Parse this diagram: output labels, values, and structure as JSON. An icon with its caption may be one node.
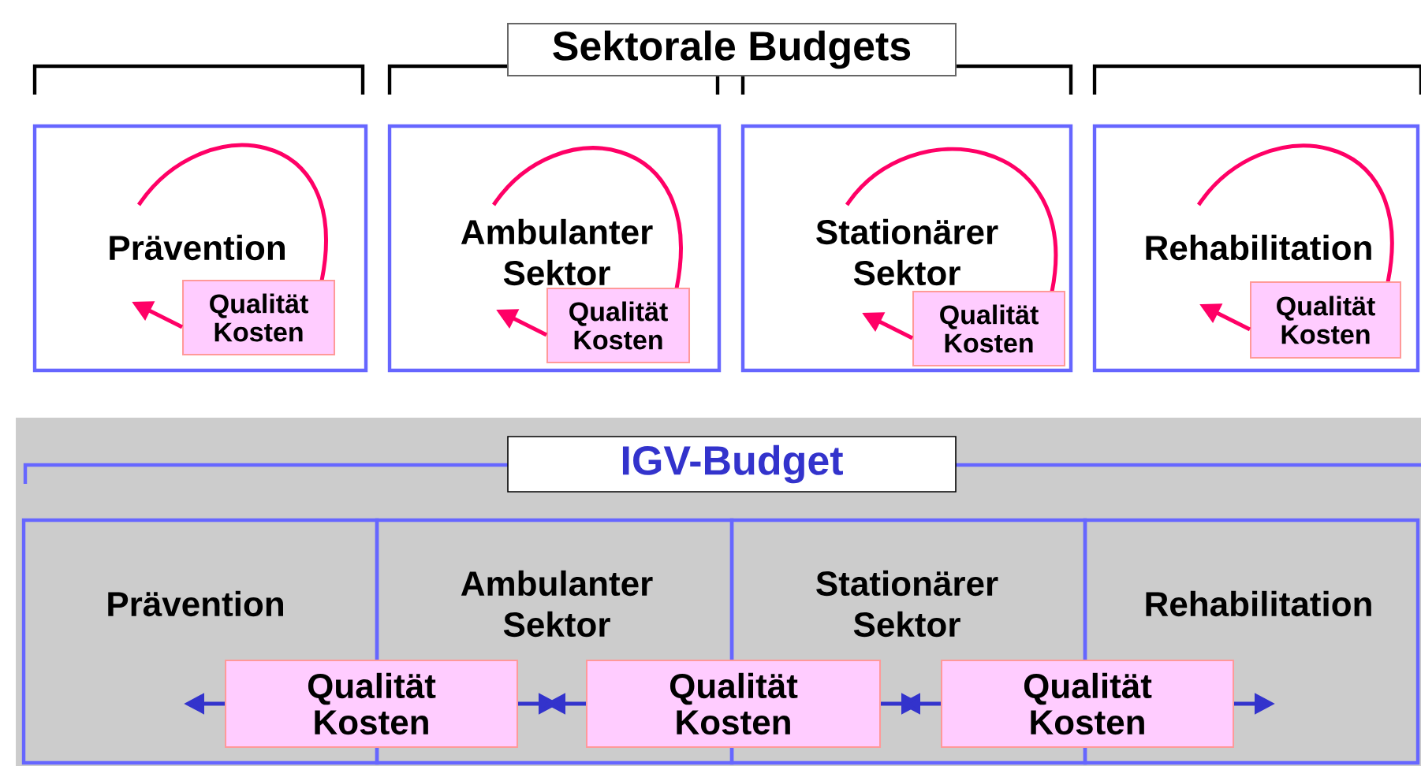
{
  "diagram": {
    "nodes": [
      {
        "text": [
          "Sektorale Budgets"
        ]
      },
      {
        "text": [
          "Prävention"
        ]
      },
      {
        "text": [
          "Qualität Kosten"
        ],
        "in": 1
      },
      {
        "text": [
          "Ambulanter Sektor"
        ]
      },
      {
        "text": [
          "Qualität Kosten"
        ],
        "in": 3
      },
      {
        "text": [
          "Stationärer Sektor"
        ]
      },
      {
        "text": [
          "Qualität Kosten"
        ],
        "in": 5
      },
      {
        "text": [
          "Rehabilitation"
        ]
      },
      {
        "text": [
          "Qualität Kosten"
        ],
        "in": 7
      },
      {
        "text": [
          "IGV-Budget"
        ]
      },
      {
        "text": [
          "Prävention"
        ]
      },
      {
        "text": [
          "Ambulanter Sektor"
        ]
      },
      {
        "text": [
          "Stationärer Sektor"
        ]
      },
      {
        "text": [
          "Rehabilitation"
        ]
      },
      {
        "text": [
          "Qualität Kosten"
        ]
      },
      {
        "text": [
          "Qualität Kosten"
        ]
      },
      {
        "text": [
          "Qualität Kosten"
        ]
      }
    ],
    "edges": [
      {
        "from": 2,
        "to": null,
        "arrow": "to",
        "color": "#ff0066"
      },
      {
        "from": 4,
        "to": null,
        "arrow": "to",
        "color": "#ff0066"
      },
      {
        "from": 6,
        "to": null,
        "arrow": "to",
        "color": "#ff0066"
      },
      {
        "from": 8,
        "to": null,
        "arrow": "to",
        "color": "#ff0066"
      },
      {
        "from": 14,
        "to": 10,
        "arrow": "to",
        "color": "#3333cc"
      },
      {
        "from": 14,
        "to": 11,
        "arrow": "to",
        "color": "#3333cc"
      },
      {
        "from": 15,
        "to": 11,
        "arrow": "to",
        "color": "#3333cc"
      },
      {
        "from": 15,
        "to": 12,
        "arrow": "to",
        "color": "#3333cc"
      },
      {
        "from": 16,
        "to": 12,
        "arrow": "to",
        "color": "#3333cc"
      },
      {
        "from": 16,
        "to": 13,
        "arrow": "to",
        "color": "#3333cc"
      }
    ]
  }
}
